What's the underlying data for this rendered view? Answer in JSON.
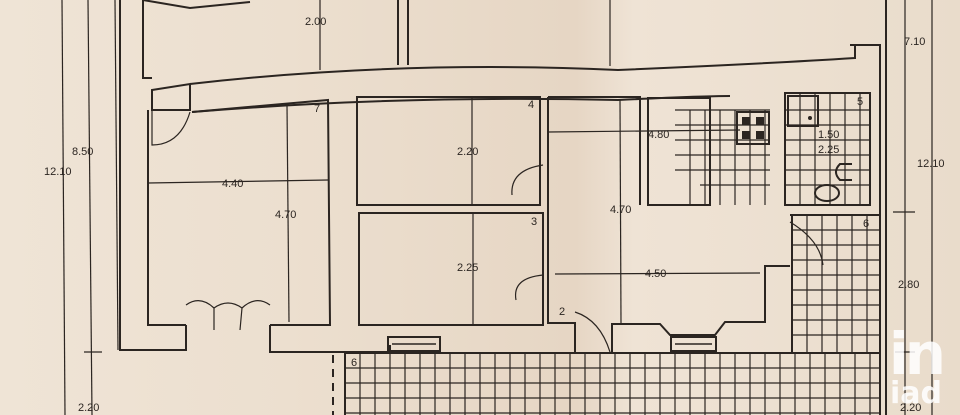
{
  "drawing": {
    "type": "floor-plan",
    "dimensions": {
      "left_outer_total": "12.10",
      "left_inner": "8.50",
      "left_bottom": "2.20",
      "right_outer_total": "12.10",
      "right_top": "7.10",
      "right_mid": "2.80",
      "right_bottom": "2.20",
      "top_room_height": "2.00",
      "room7_width": "4.40",
      "room7_height": "4.70",
      "room4_height": "2.20",
      "room3_height": "2.25",
      "hall_height": "4.70",
      "hall_width": "4.50",
      "kitchen_width": "4.80",
      "bath_width": "1.50",
      "bath_height": "2.25"
    },
    "rooms": [
      {
        "id": "2",
        "label": "2"
      },
      {
        "id": "3",
        "label": "3"
      },
      {
        "id": "4",
        "label": "4"
      },
      {
        "id": "5",
        "label": "5"
      },
      {
        "id": "6a",
        "label": "6"
      },
      {
        "id": "6b",
        "label": "6"
      },
      {
        "id": "7",
        "label": "7"
      }
    ]
  },
  "watermark": {
    "logo": "in",
    "text": "iad"
  }
}
